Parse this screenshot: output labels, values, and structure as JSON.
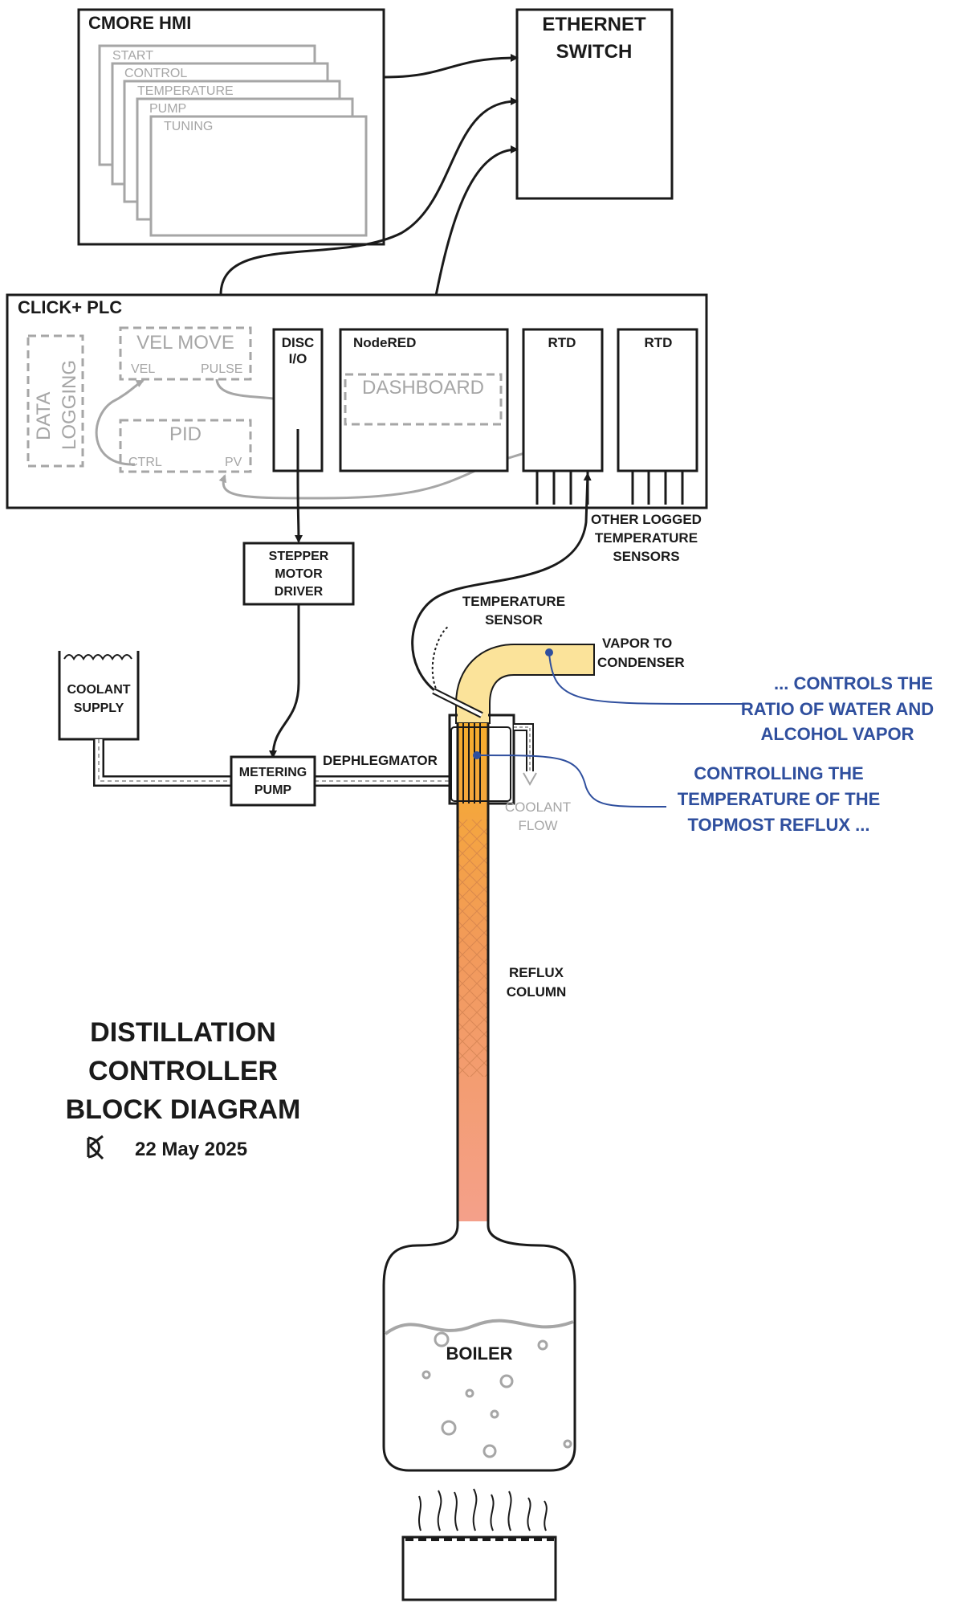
{
  "hmi": {
    "title": "CMORE  HMI",
    "screens": [
      "START",
      "CONTROL",
      "TEMPERATURE",
      "PUMP",
      "TUNING"
    ]
  },
  "switch": {
    "line1": "ETHERNET",
    "line2": "SWITCH"
  },
  "plc": {
    "title": "CLICK+  PLC",
    "data_logging": [
      "DATA",
      "LOGGING"
    ],
    "vel_move": {
      "title": "VEL MOVE",
      "vel": "VEL",
      "pulse": "PULSE"
    },
    "pid": {
      "title": "PID",
      "ctrl": "CTRL",
      "pv": "PV"
    },
    "disc_io": [
      "DISC",
      "I/O"
    ],
    "nodered": {
      "title": "NodeRED",
      "dashboard": "DASHBOARD"
    },
    "rtd1": "RTD",
    "rtd2": "RTD"
  },
  "other_sensors": [
    "OTHER LOGGED",
    "TEMPERATURE",
    "SENSORS"
  ],
  "stepper": [
    "STEPPER",
    "MOTOR",
    "DRIVER"
  ],
  "temp_sensor": [
    "TEMPERATURE",
    "SENSOR"
  ],
  "vapor": [
    "VAPOR TO",
    "CONDENSER"
  ],
  "coolant_supply": [
    "COOLANT",
    "SUPPLY"
  ],
  "metering_pump": [
    "METERING",
    "PUMP"
  ],
  "dephlegmator": "DEPHLEGMATOR",
  "coolant_flow": [
    "COOLANT",
    "FLOW"
  ],
  "note_ratio": [
    "... CONTROLS THE",
    "RATIO OF WATER AND",
    "ALCOHOL VAPOR"
  ],
  "note_temp": [
    "CONTROLLING THE",
    "TEMPERATURE OF THE",
    "TOPMOST REFLUX ..."
  ],
  "reflux": [
    "REFLUX",
    "COLUMN"
  ],
  "title_block": {
    "lines": [
      "DISTILLATION",
      "CONTROLLER",
      "BLOCK DIAGRAM"
    ],
    "date": "22 May 2025"
  },
  "boiler": "BOILER",
  "colors": {
    "line": "#1a1a1a",
    "grey": "#a6a6a6",
    "blue": "#2f4f9e",
    "vapor_fill": "#fbe39a",
    "column_top": "#f6ad2c",
    "column_bottom": "#f4a08a"
  }
}
